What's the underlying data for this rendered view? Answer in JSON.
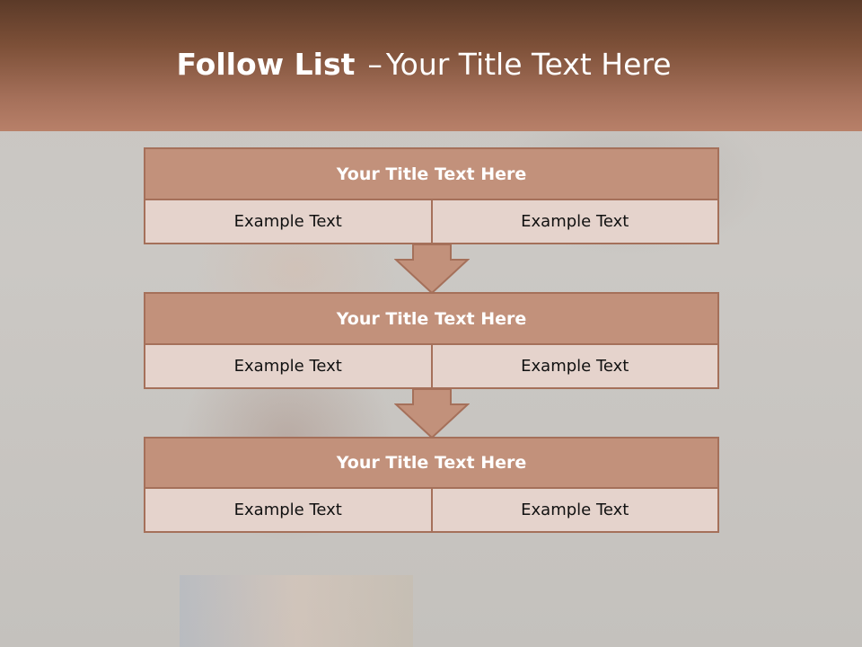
{
  "header": {
    "title_bold": "Follow List",
    "title_separator": "–",
    "title_rest": "Your Title Text Here"
  },
  "blocks": [
    {
      "title": "Your Title Text Here",
      "left_text": "Example Text",
      "right_text": "Example Text"
    },
    {
      "title": "Your Title Text Here",
      "left_text": "Example Text",
      "right_text": "Example Text"
    },
    {
      "title": "Your Title Text Here",
      "left_text": "Example Text",
      "right_text": "Example Text"
    }
  ],
  "colors": {
    "header_dark": "#5b3a28",
    "header_light": "#b88069",
    "block_title_fill": "#c2917b",
    "block_cell_fill": "#e5d3cc",
    "border": "#a5705a"
  }
}
